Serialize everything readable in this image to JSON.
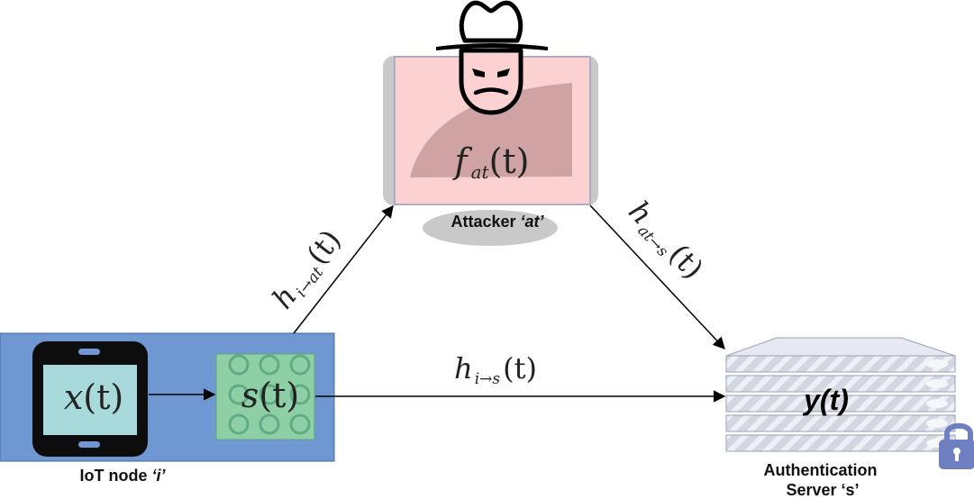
{
  "iot_node": {
    "input_signal": {
      "base": "x",
      "arg": "(t)"
    },
    "encoded_signal": {
      "base": "s",
      "arg": "(t)"
    },
    "label_prefix": "IoT node ",
    "label_id": "‘i’"
  },
  "attacker": {
    "signal": {
      "base": "f",
      "sub": "at",
      "arg": "(t)"
    },
    "label_prefix": "Attacker ",
    "label_id": "‘at’"
  },
  "server": {
    "signal": "y(t)",
    "label_line1": "Authentication",
    "label_line2": "Server ‘s’"
  },
  "channels": {
    "node_to_attacker": {
      "base": "h",
      "sub": "i→at",
      "arg": "(t)"
    },
    "attacker_to_server": {
      "base": "h",
      "sub": "at→s",
      "arg": "(t)"
    },
    "node_to_server": {
      "base": "h",
      "sub": "i→s",
      "arg": "(t)"
    }
  },
  "colors": {
    "node_panel": "#6f97d2",
    "phone_body": "#0d0d0d",
    "phone_screen": "#a8dadc",
    "encoder_fill": "#8fcfa6",
    "encoder_circles": "#5aa57f",
    "attacker_screen": "#fcd1d1",
    "attacker_shadow": "#cfa3a3",
    "monitor_frame": "#c9c9c9",
    "server_shelf": "#d5d9e3",
    "lock": "#6e7fc2"
  },
  "icons": [
    "smartphone-icon",
    "encoder-grid-icon",
    "hacker-hat-icon",
    "monitor-icon",
    "server-rack-icon",
    "lock-icon"
  ]
}
